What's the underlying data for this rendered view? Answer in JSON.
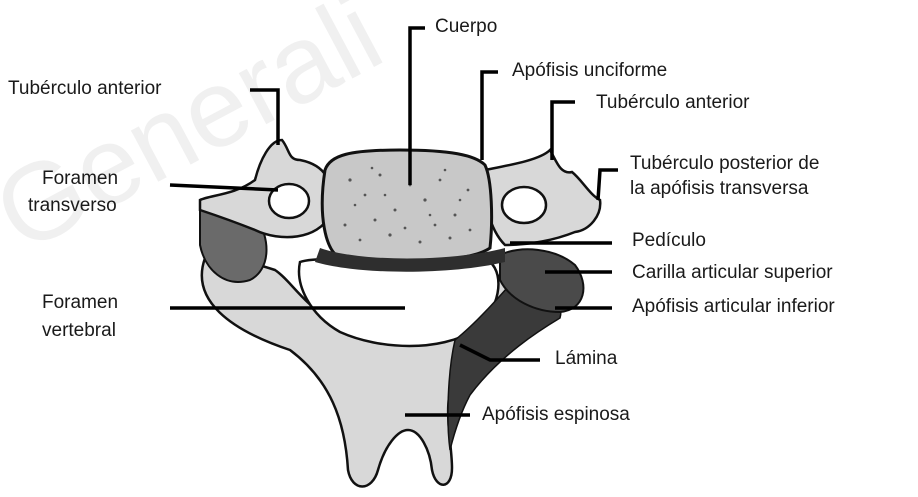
{
  "colors": {
    "bone_fill": "#dcdcdc",
    "bone_dark": "#3a3a3a",
    "outline": "#111111",
    "leader": "#000000",
    "text": "#1a1a1a"
  },
  "labels": {
    "cuerpo": "Cuerpo",
    "apofisis_unciforme": "Apófisis unciforme",
    "tuberculo_anterior_left": "Tubérculo anterior",
    "tuberculo_anterior_right": "Tubérculo anterior",
    "tuberculo_posterior_line1": "Tubérculo posterior de",
    "tuberculo_posterior_line2": "la apófisis transversa",
    "foramen_transverso_line1": "Foramen",
    "foramen_transverso_line2": "transverso",
    "pediculo": "Pedículo",
    "carilla_articular_superior": "Carilla articular superior",
    "foramen_vertebral_line1": "Foramen",
    "foramen_vertebral_line2": "vertebral",
    "apofisis_articular_inferior": "Apófisis articular inferior",
    "lamina": "Lámina",
    "apofisis_espinosa": "Apófisis espinosa"
  },
  "watermark": "Generali"
}
